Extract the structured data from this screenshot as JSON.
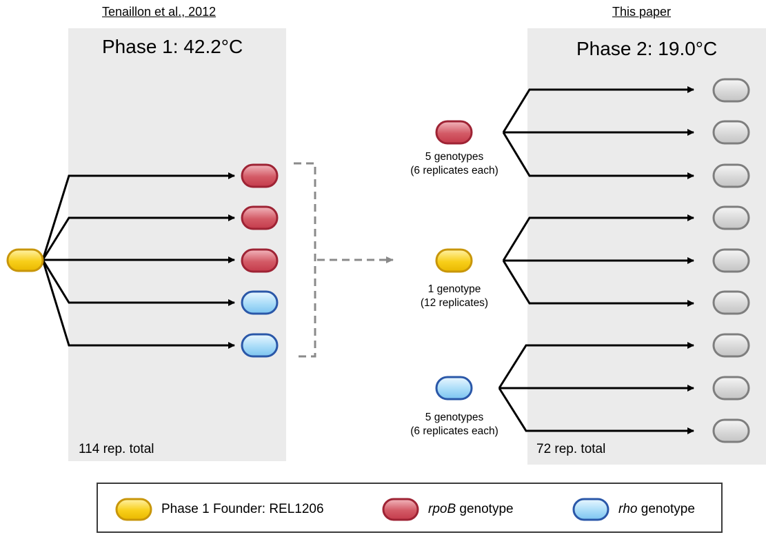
{
  "left_source": "Tenaillon et al., 2012",
  "right_source": "This paper",
  "phase1": {
    "title": "Phase 1: 42.2°C",
    "total": "114 rep. total"
  },
  "phase2": {
    "title": "Phase 2: 19.0°C",
    "total": "72 rep. total"
  },
  "groups": [
    {
      "type": "rpoB",
      "line1": "5 genotypes",
      "line2": "(6 replicates each)"
    },
    {
      "type": "founder",
      "line1": "1 genotype",
      "line2": "(12 replicates)"
    },
    {
      "type": "rho",
      "line1": "5 genotypes",
      "line2": "(6 replicates each)"
    }
  ],
  "legend": {
    "founder_text": "Phase 1 Founder: REL1206",
    "rpob_italic": "rpoB",
    "rpob_rest": " genotype",
    "rho_italic": "rho",
    "rho_rest": " genotype"
  },
  "colors": {
    "founder": "#f5c400",
    "rpoB": "#c43b4b",
    "rho": "#7cc4f0",
    "evolved": "#c8c8c8",
    "panel": "#ebebeb"
  }
}
